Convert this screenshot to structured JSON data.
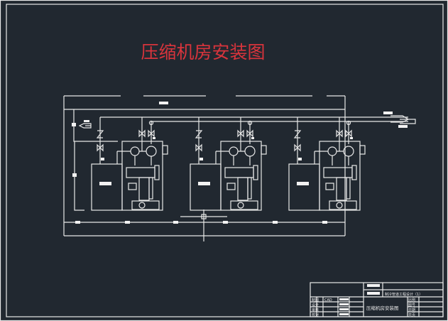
{
  "drawing": {
    "title": "压缩机房安装图",
    "background_color": "#212830",
    "title_color": "#d8343c",
    "line_color": "#e8e8e8"
  },
  "title_block": {
    "project": "制冷管道工程设计（1）",
    "drawing_name": "压缩机房安装图",
    "software": "CAD",
    "left_labels": [
      "制图",
      "设计",
      "审核",
      "校对"
    ],
    "right_labels": [
      "比例",
      "图号",
      "日期",
      "共页"
    ]
  },
  "units": [
    {
      "id": "compressor-unit-1"
    },
    {
      "id": "compressor-unit-2"
    },
    {
      "id": "compressor-unit-3"
    }
  ]
}
